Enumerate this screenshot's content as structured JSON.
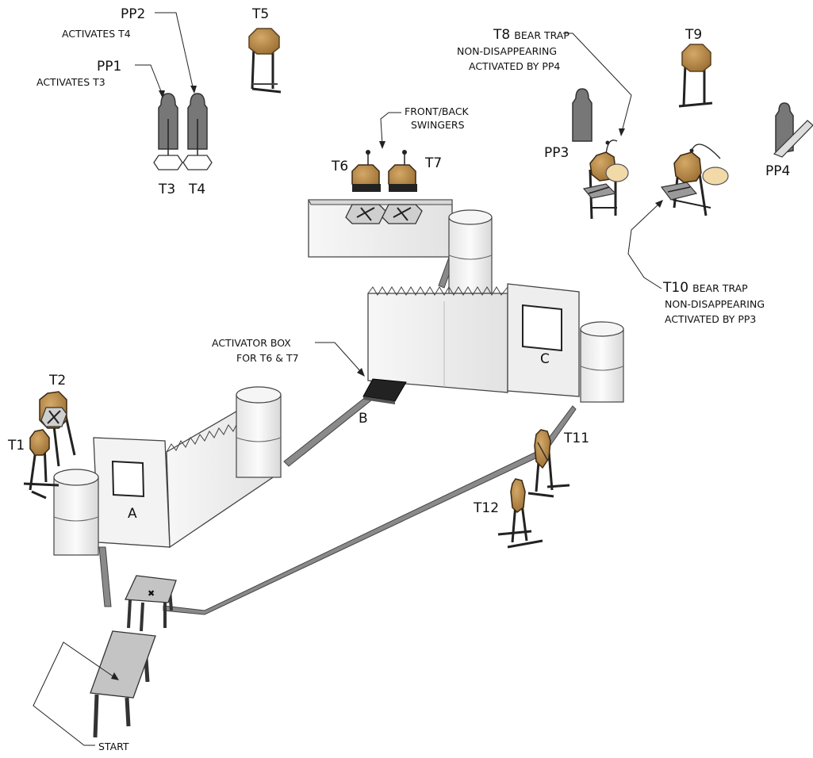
{
  "labels": {
    "pp2": "PP2",
    "pp2_sub": "ACTIVATES T4",
    "pp1": "PP1",
    "pp1_sub": "ACTIVATES T3",
    "t5": "T5",
    "t3": "T3",
    "t4": "T4",
    "front_back": "FRONT/BACK",
    "swingers": "SWINGERS",
    "t6": "T6",
    "t7": "T7",
    "t8_main": "T8",
    "t8_tail": "BEAR TRAP",
    "t8_line2": "NON-DISAPPEARING",
    "t8_line3": "ACTIVATED BY PP4",
    "t9": "T9",
    "pp3": "PP3",
    "pp4": "PP4",
    "t10_main": "T10",
    "t10_tail": "BEAR TRAP",
    "t10_line2": "NON-DISAPPEARING",
    "t10_line3": "ACTIVATED BY PP3",
    "activator_line1": "ACTIVATOR BOX",
    "activator_line2": "FOR T6 & T7",
    "b": "B",
    "c": "C",
    "a": "A",
    "t1": "T1",
    "t2": "T2",
    "t11": "T11",
    "t12": "T12",
    "start": "START"
  },
  "colors": {
    "steel": "#b8894a",
    "steel_dark": "#7a5a2c",
    "wall": "#ededed",
    "wall_edge": "#444444",
    "post": "#707070",
    "barrel": "#f2f2f2",
    "box": "#222222"
  }
}
